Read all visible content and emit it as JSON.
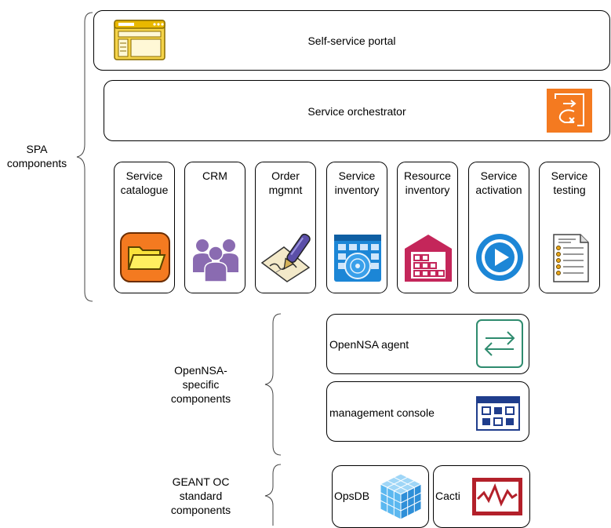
{
  "spa": {
    "group_label": "SPA\ncomponents",
    "portal_label": "Self-service portal",
    "orchestrator_label": "Service orchestrator",
    "components": [
      {
        "label": "Service\ncatalogue",
        "icon": "folder-icon"
      },
      {
        "label": "CRM",
        "icon": "people-icon"
      },
      {
        "label": "Order\nmgmnt",
        "icon": "pen-signature-icon"
      },
      {
        "label": "Service\ninventory",
        "icon": "calendar-disc-icon"
      },
      {
        "label": "Resource\ninventory",
        "icon": "warehouse-icon"
      },
      {
        "label": "Service\nactivation",
        "icon": "play-icon"
      },
      {
        "label": "Service\ntesting",
        "icon": "checklist-icon"
      }
    ]
  },
  "opennsa": {
    "group_label": "OpenNSA-\nspecific\ncomponents",
    "agent_label": "OpenNSA agent",
    "console_label": "management console"
  },
  "geant": {
    "group_label": "GEANT OC\nstandard\ncomponents",
    "opsdb_label": "OpsDB",
    "cacti_label": "Cacti"
  },
  "colors": {
    "orange": "#f47a20",
    "purple": "#8a6bb1",
    "blue": "#1c86d6",
    "crimson": "#c4265a",
    "green": "#2e8b6e",
    "navy": "#1f3d8c",
    "cacti_red": "#b3202a"
  }
}
